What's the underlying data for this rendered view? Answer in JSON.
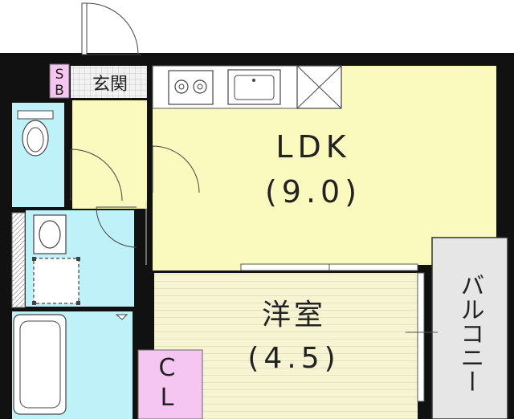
{
  "rooms": {
    "ldk": {
      "name": "LDK",
      "size": "(9.0)"
    },
    "bedroom": {
      "name": "洋室",
      "size": "(4.5)"
    },
    "entrance": {
      "name": "玄関"
    },
    "shoe_box": {
      "line1": "S",
      "line2": "B"
    },
    "closet": {
      "line1": "C",
      "line2": "L"
    },
    "balcony": {
      "name": "バルコニー"
    }
  },
  "colors": {
    "wall": "#111111",
    "ldk": "#fafabe",
    "bedroom": "#f6f4d2",
    "wet_area": "#bff1f8",
    "entrance_floor": "#f2f2f2",
    "storage": "#f6c6f2",
    "balcony": "#e6e6e6"
  }
}
